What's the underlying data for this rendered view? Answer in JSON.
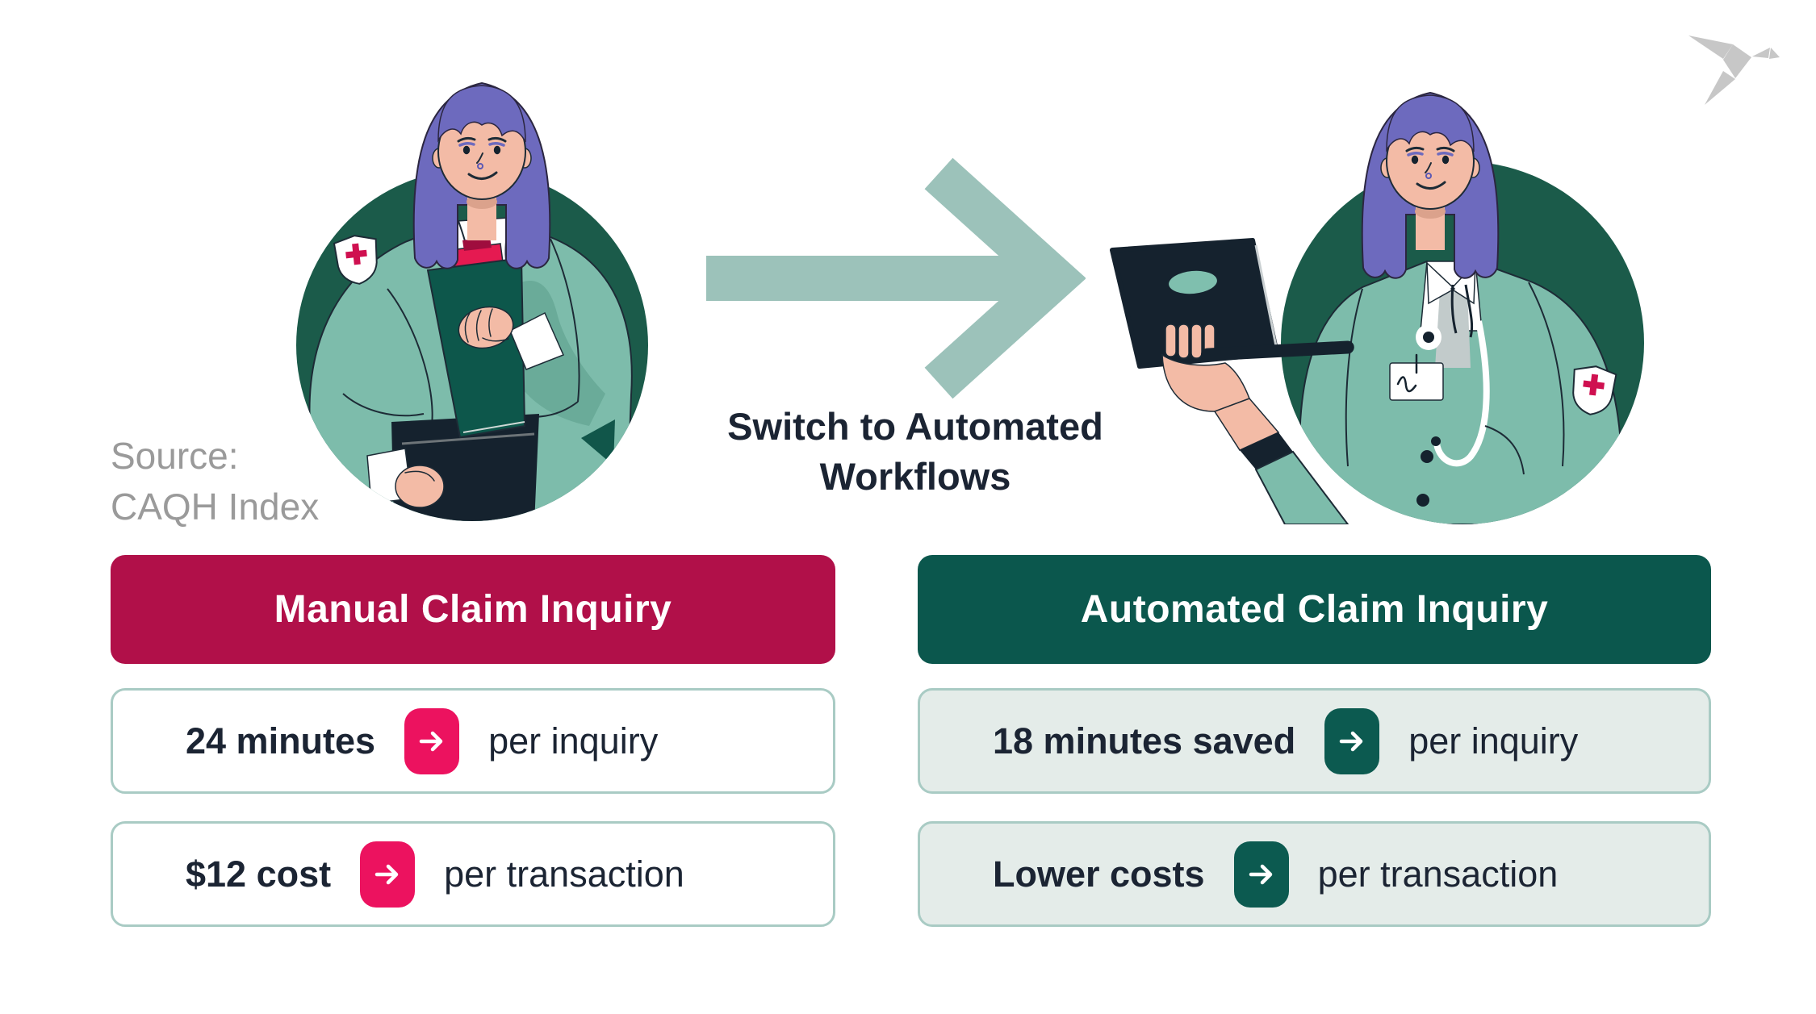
{
  "source": {
    "line1": "Source:",
    "line2": "CAQH Index"
  },
  "transition": {
    "line1": "Switch to Automated",
    "line2": "Workflows"
  },
  "columns": {
    "manual": {
      "header": "Manual Claim Inquiry",
      "stats": [
        {
          "value": "24 minutes",
          "label": "per inquiry"
        },
        {
          "value": "$12 cost",
          "label": "per transaction"
        }
      ]
    },
    "automated": {
      "header": "Automated Claim Inquiry",
      "stats": [
        {
          "value": "18 minutes saved",
          "label": "per inquiry"
        },
        {
          "value": "Lower costs",
          "label": "per transaction"
        }
      ]
    }
  },
  "icons": {
    "stat_arrow": "arrow-right-icon",
    "transition_arrow": "arrow-right-icon",
    "logo": "origami-bird-icon"
  },
  "colors": {
    "manual_header_bg": "#b11049",
    "manual_badge_bg": "#ec125f",
    "automated_header_bg": "#0b574d",
    "automated_badge_bg": "#0c5a50",
    "card_border": "#a9cbc4",
    "automated_card_bg": "#e4ece9",
    "arrow": "#9cc2ba",
    "text_dark": "#1b2433",
    "text_gray": "#9a9a9a",
    "circle_green": "#1b5b4a",
    "logo_gray": "#c7c7c7"
  }
}
